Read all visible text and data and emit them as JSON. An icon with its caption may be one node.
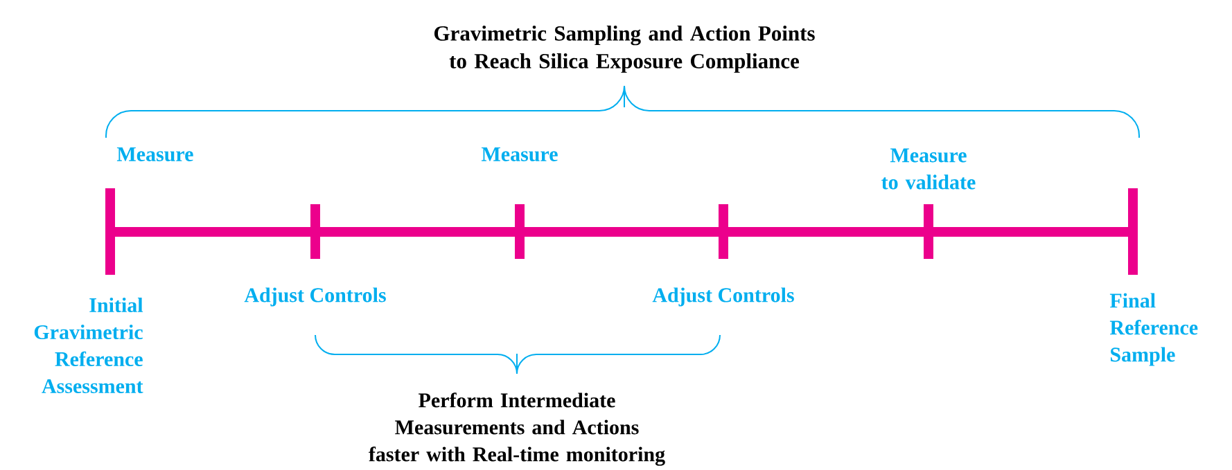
{
  "diagram": {
    "title": "Gravimetric Sampling and Action Points to Reach Silica Exposure Compliance",
    "labels": [
      "Measure",
      "Measure",
      "Measure to validate",
      "Initial Gravimetric Reference Assessment",
      "Adjust Controls",
      "Adjust Controls",
      "Final Reference Sample",
      "Perform Intermediate Measurements and Actions faster with Real-time monitoring"
    ]
  }
}
